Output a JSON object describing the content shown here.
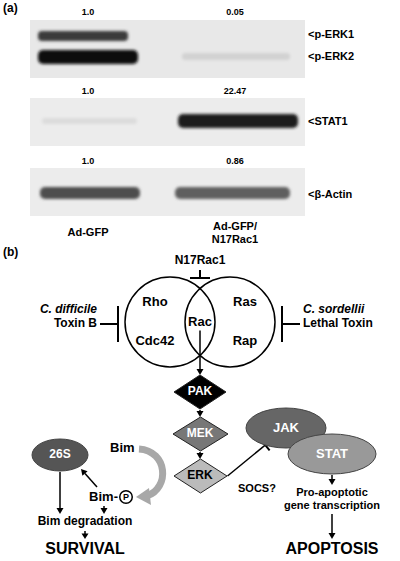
{
  "diagram": {
    "nodes": [
      {
        "text": [
          "Rho",
          "Cdc42"
        ]
      },
      {
        "text": [
          "Rac"
        ]
      },
      {
        "text": [
          "Ras",
          "Rap"
        ]
      },
      {
        "text": [
          "PAK"
        ]
      },
      {
        "text": [
          "MEK"
        ]
      },
      {
        "text": [
          "JAK"
        ]
      },
      {
        "text": [
          "STAT"
        ]
      },
      {
        "text": [
          "26S"
        ]
      },
      {
        "text": [
          "ERK"
        ]
      },
      {
        "text": [
          "P"
        ]
      }
    ],
    "edges": [
      {
        "from": 1,
        "to": 3,
        "arrow": "to"
      },
      {
        "from": 3,
        "to": 4,
        "arrow": "to"
      },
      {
        "from": 4,
        "to": 8,
        "arrow": "to"
      },
      {
        "from": 8,
        "to": 5,
        "label": "SOCS?",
        "arrow": "to"
      }
    ],
    "labels": [
      "(a)",
      "1.0",
      "0.05",
      "<p-ERK1",
      "<p-ERK2",
      "1.0",
      "22.47",
      "<STAT1",
      "1.0",
      "0.86",
      "<β-Actin",
      "Ad-GFP",
      "Ad-GFP/ N17Rac1",
      "(b)",
      "N17Rac1",
      "C. difficile",
      "Toxin B",
      "C. sordellii",
      "Lethal Toxin",
      "Bim",
      "Bim-",
      "Bim degradation",
      "SURVIVAL",
      "Pro-apoptotic gene transcription",
      "APOPTOSIS"
    ]
  }
}
